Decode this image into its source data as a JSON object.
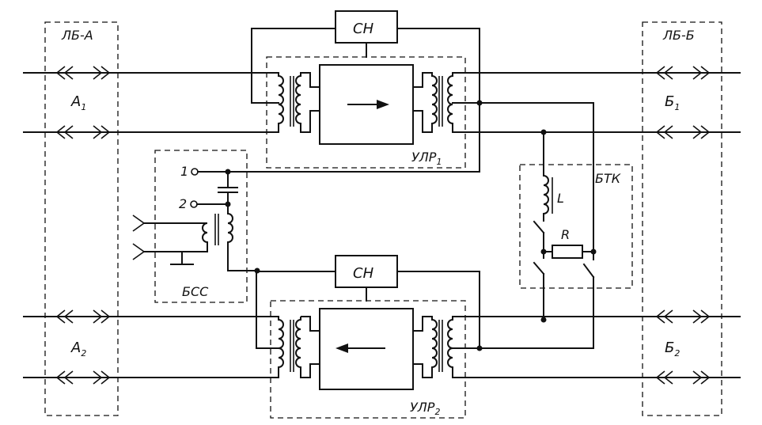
{
  "labels": {
    "lb_a": "ЛБ-А",
    "lb_b": "ЛБ-Б",
    "a1": "А",
    "a1_sub": "1",
    "a2": "А",
    "a2_sub": "2",
    "b1": "Б",
    "b1_sub": "1",
    "b2": "Б",
    "b2_sub": "2",
    "cn_top": "СН",
    "cn_bottom": "СН",
    "ulr1": "УЛР",
    "ulr1_sub": "1",
    "ulr2": "УЛР",
    "ulr2_sub": "2",
    "bss": "БСС",
    "btk": "БТК",
    "terminal_1": "1",
    "terminal_2": "2",
    "inductor_l": "L",
    "resistor_r": "R"
  }
}
